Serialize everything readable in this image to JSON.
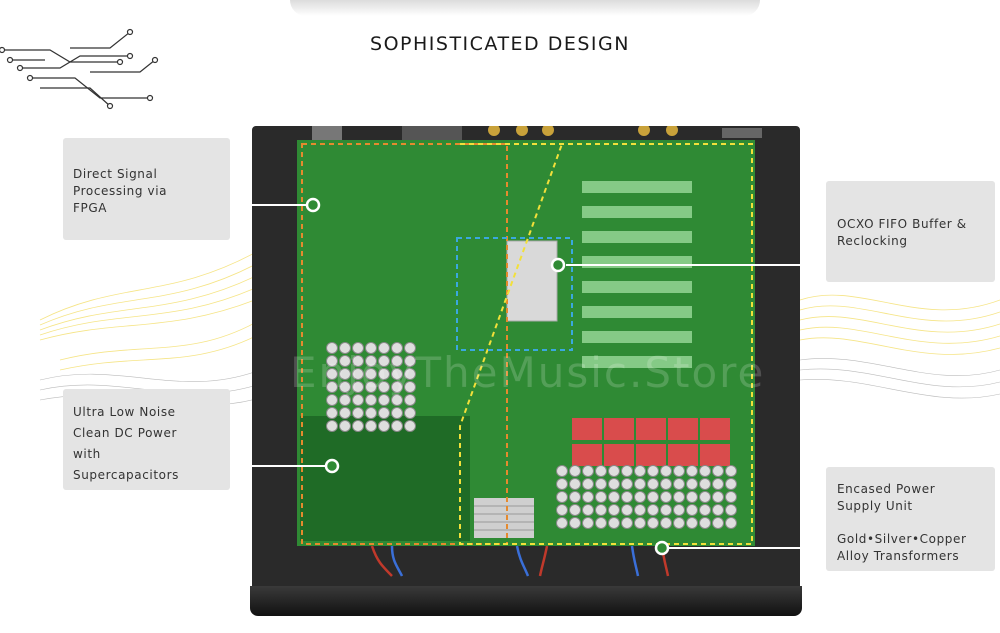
{
  "page": {
    "title": "SOPHISTICATED DESIGN",
    "watermark": "EnjoyTheMusic.Store"
  },
  "callouts": {
    "fpga": {
      "lines": [
        "Direct Signal",
        "Processing via",
        "FPGA"
      ]
    },
    "ocxo": {
      "lines": [
        "OCXO FIFO Buffer &",
        "Reclocking"
      ]
    },
    "power": {
      "lines": [
        "Ultra Low Noise",
        "Clean DC Power",
        "with",
        "Supercapacitors"
      ]
    },
    "psu": {
      "lines": [
        "Encased Power",
        "Supply Unit"
      ],
      "lines2": [
        "Gold•Silver•Copper",
        "Alloy Transformers"
      ]
    }
  },
  "colors": {
    "pcb": "#2f8a34",
    "pcb_dark": "#1f6b26",
    "outline_yellow": "#f2e03a",
    "outline_orange": "#e58a2e",
    "outline_blue": "#3aa8e0",
    "callout_bg": "#e4e4e4",
    "wave_yellow": "#f5e27a",
    "chassis": "#2a2a2a"
  },
  "icons": [
    "circuit-trace-icon",
    "callout-dot-icon"
  ]
}
